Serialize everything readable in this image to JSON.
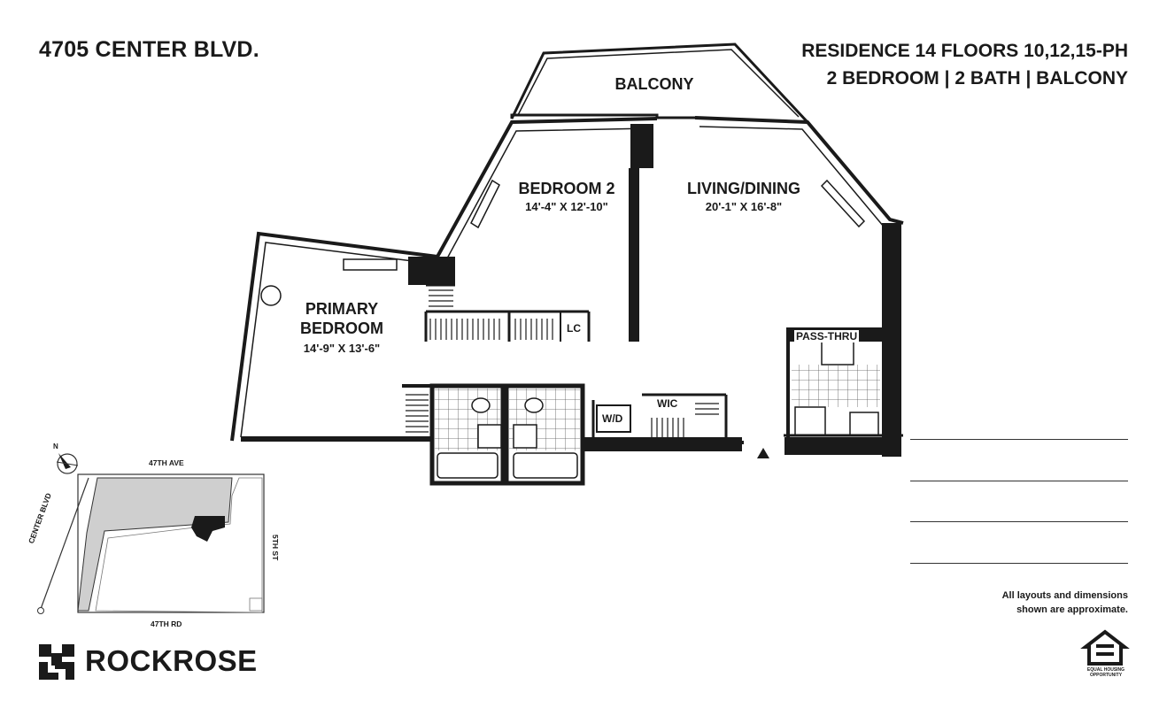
{
  "header": {
    "address": "4705 CENTER BLVD.",
    "residence_line1": "RESIDENCE 14 FLOORS 10,12,15-PH",
    "residence_line2": "2 BEDROOM | 2 BATH | BALCONY"
  },
  "rooms": {
    "balcony": "BALCONY",
    "bedroom2": {
      "name": "BEDROOM 2",
      "dims": "14'-4\" X 12'-10\""
    },
    "living": {
      "name": "LIVING/DINING",
      "dims": "20'-1\" X 16'-8\""
    },
    "primary": {
      "name_line1": "PRIMARY",
      "name_line2": "BEDROOM",
      "dims": "14'-9\" X 13'-6\""
    },
    "lc": "LC",
    "wd": "W/D",
    "wic": "WIC",
    "pass_thru": "PASS-THRU"
  },
  "site_map": {
    "north": "47TH AVE",
    "south": "47TH RD",
    "west": "CENTER BLVD",
    "east": "5TH ST",
    "compass": "N"
  },
  "footer": {
    "note_line1": "All layouts and dimensions",
    "note_line2": "shown are approximate.",
    "brand": "ROCKROSE",
    "eho_line1": "EQUAL HOUSING",
    "eho_line2": "OPPORTUNITY"
  },
  "colors": {
    "ink": "#1a1a1a",
    "background": "#ffffff"
  }
}
